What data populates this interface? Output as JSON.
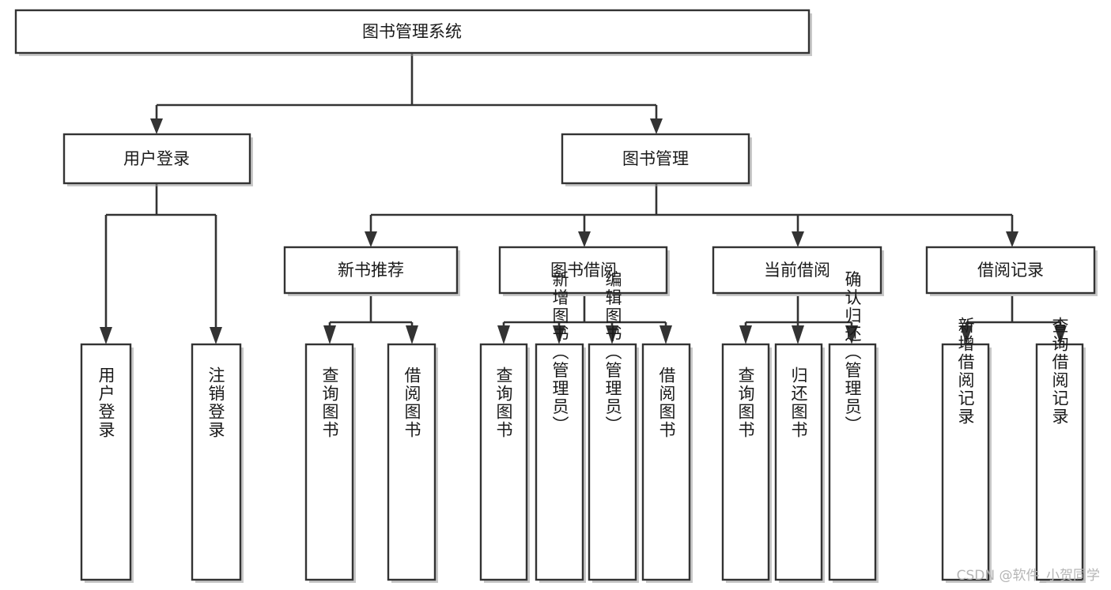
{
  "diagram": {
    "type": "tree-hierarchy",
    "title": "图书管理系统",
    "watermark": "CSDN @软件_小贺同学",
    "colors": {
      "background": "#ffffff",
      "box_fill": "#ffffff",
      "box_stroke": "#333333",
      "text": "#1a1a1a",
      "watermark": "#b5b5b5"
    },
    "root": {
      "id": "root",
      "label": "图书管理系统",
      "orientation": "horizontal"
    },
    "level2": [
      {
        "id": "user-login",
        "label": "用户登录",
        "orientation": "horizontal"
      },
      {
        "id": "book-manage",
        "label": "图书管理",
        "orientation": "horizontal"
      }
    ],
    "level3": [
      {
        "id": "new-book-recommend",
        "label": "新书推荐",
        "orientation": "horizontal",
        "parent": "book-manage"
      },
      {
        "id": "book-borrow",
        "label": "图书借阅",
        "orientation": "horizontal",
        "parent": "book-manage"
      },
      {
        "id": "current-borrow",
        "label": "当前借阅",
        "orientation": "horizontal",
        "parent": "book-manage"
      },
      {
        "id": "borrow-record",
        "label": "借阅记录",
        "orientation": "horizontal",
        "parent": "book-manage"
      }
    ],
    "leaves": [
      {
        "id": "leaf-user-login",
        "label": "用户登录",
        "orientation": "vertical",
        "parent": "user-login"
      },
      {
        "id": "leaf-user-logout",
        "label": "注销登录",
        "orientation": "vertical",
        "parent": "user-login"
      },
      {
        "id": "leaf-query-book-1",
        "label": "查询图书",
        "orientation": "vertical",
        "parent": "new-book-recommend"
      },
      {
        "id": "leaf-borrow-book-1",
        "label": "借阅图书",
        "orientation": "vertical",
        "parent": "new-book-recommend"
      },
      {
        "id": "leaf-query-book-2",
        "label": "查询图书",
        "orientation": "vertical",
        "parent": "book-borrow"
      },
      {
        "id": "leaf-add-book",
        "label": "新增图书（管理员）",
        "orientation": "vertical",
        "parent": "book-borrow"
      },
      {
        "id": "leaf-edit-book",
        "label": "编辑图书（管理员）",
        "orientation": "vertical",
        "parent": "book-borrow"
      },
      {
        "id": "leaf-borrow-book-2",
        "label": "借阅图书",
        "orientation": "vertical",
        "parent": "book-borrow"
      },
      {
        "id": "leaf-query-book-3",
        "label": "查询图书",
        "orientation": "vertical",
        "parent": "current-borrow"
      },
      {
        "id": "leaf-return-book",
        "label": "归还图书",
        "orientation": "vertical",
        "parent": "current-borrow"
      },
      {
        "id": "leaf-confirm-return",
        "label": "确认归还（管理员）",
        "orientation": "vertical",
        "parent": "current-borrow"
      },
      {
        "id": "leaf-add-record",
        "label": "新增借阅记录",
        "orientation": "vertical",
        "parent": "borrow-record"
      },
      {
        "id": "leaf-query-record",
        "label": "查询借阅记录",
        "orientation": "vertical",
        "parent": "borrow-record"
      }
    ]
  }
}
